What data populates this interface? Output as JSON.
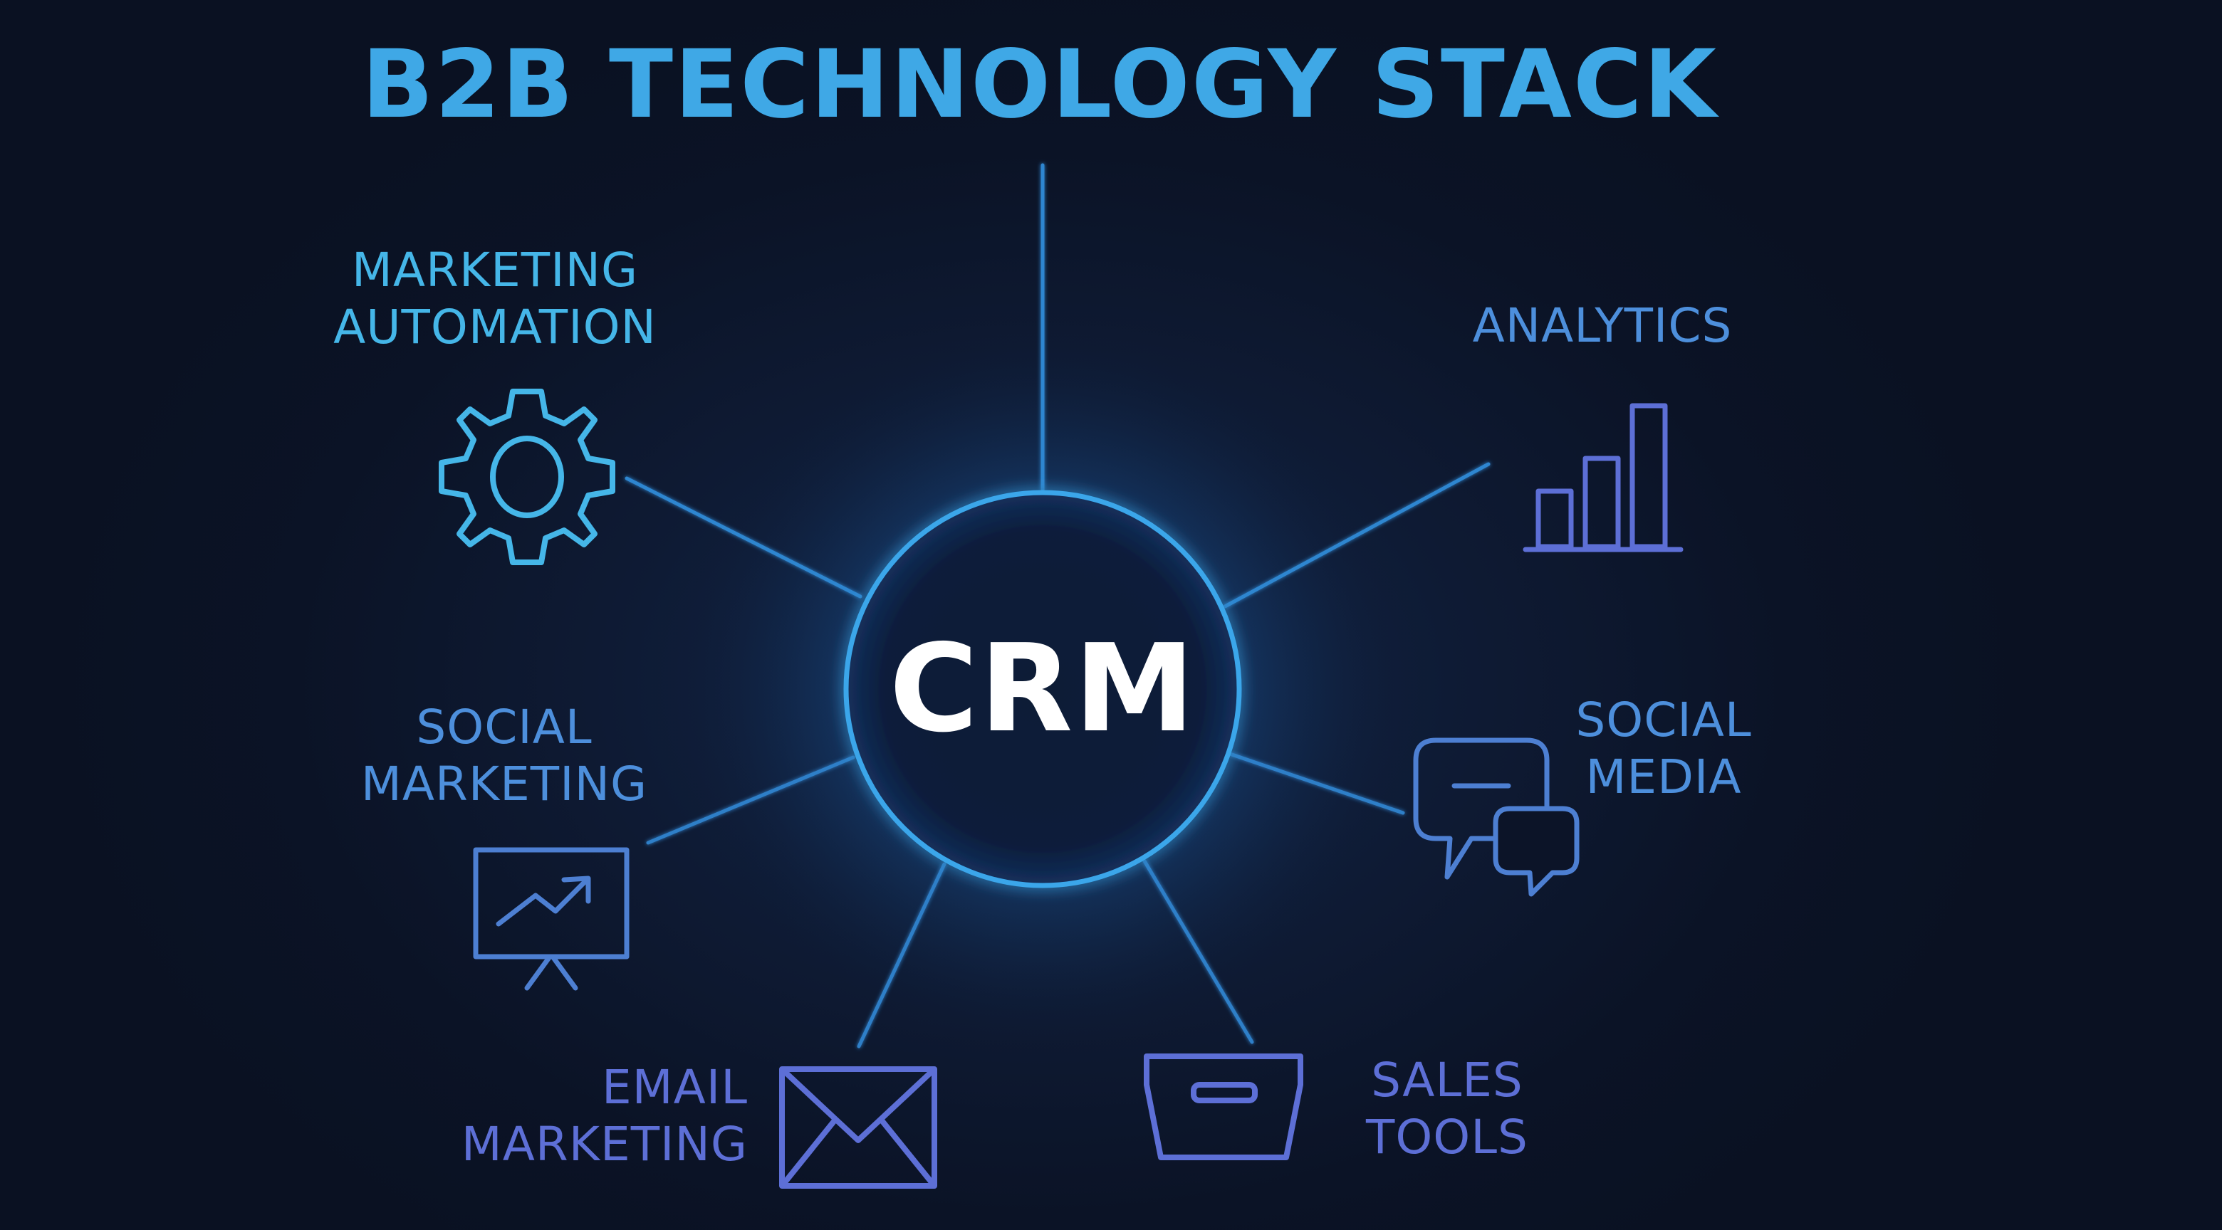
{
  "title": "B2B TECHNOLOGY STACK",
  "hub": {
    "label": "CRM"
  },
  "nodes": [
    {
      "id": "marketing-automation",
      "lines": [
        "MARKETING",
        "AUTOMATION"
      ],
      "icon": "gear-icon"
    },
    {
      "id": "analytics",
      "lines": [
        "ANALYTICS"
      ],
      "icon": "bar-chart-icon"
    },
    {
      "id": "social-marketing",
      "lines": [
        "SOCIAL",
        "MARKETING"
      ],
      "icon": "presentation-board-icon"
    },
    {
      "id": "social-media",
      "lines": [
        "SOCIAL",
        "MEDIA"
      ],
      "icon": "chat-bubbles-icon"
    },
    {
      "id": "email-marketing",
      "lines": [
        "EMAIL",
        "MARKETING"
      ],
      "icon": "envelope-icon"
    },
    {
      "id": "sales-tools",
      "lines": [
        "SALES",
        "TOOLS"
      ],
      "icon": "inbox-tray-icon"
    }
  ],
  "colors": {
    "background": "#0c1428",
    "title": "#3fa8e6",
    "hub_ring": "#3aa6ea",
    "hub_text": "#ffffff",
    "connector": "#2f7fc8",
    "cyan_accent": "#45b6e8",
    "blue_accent": "#4d8fdc",
    "violet_accent": "#5d6fd6"
  }
}
